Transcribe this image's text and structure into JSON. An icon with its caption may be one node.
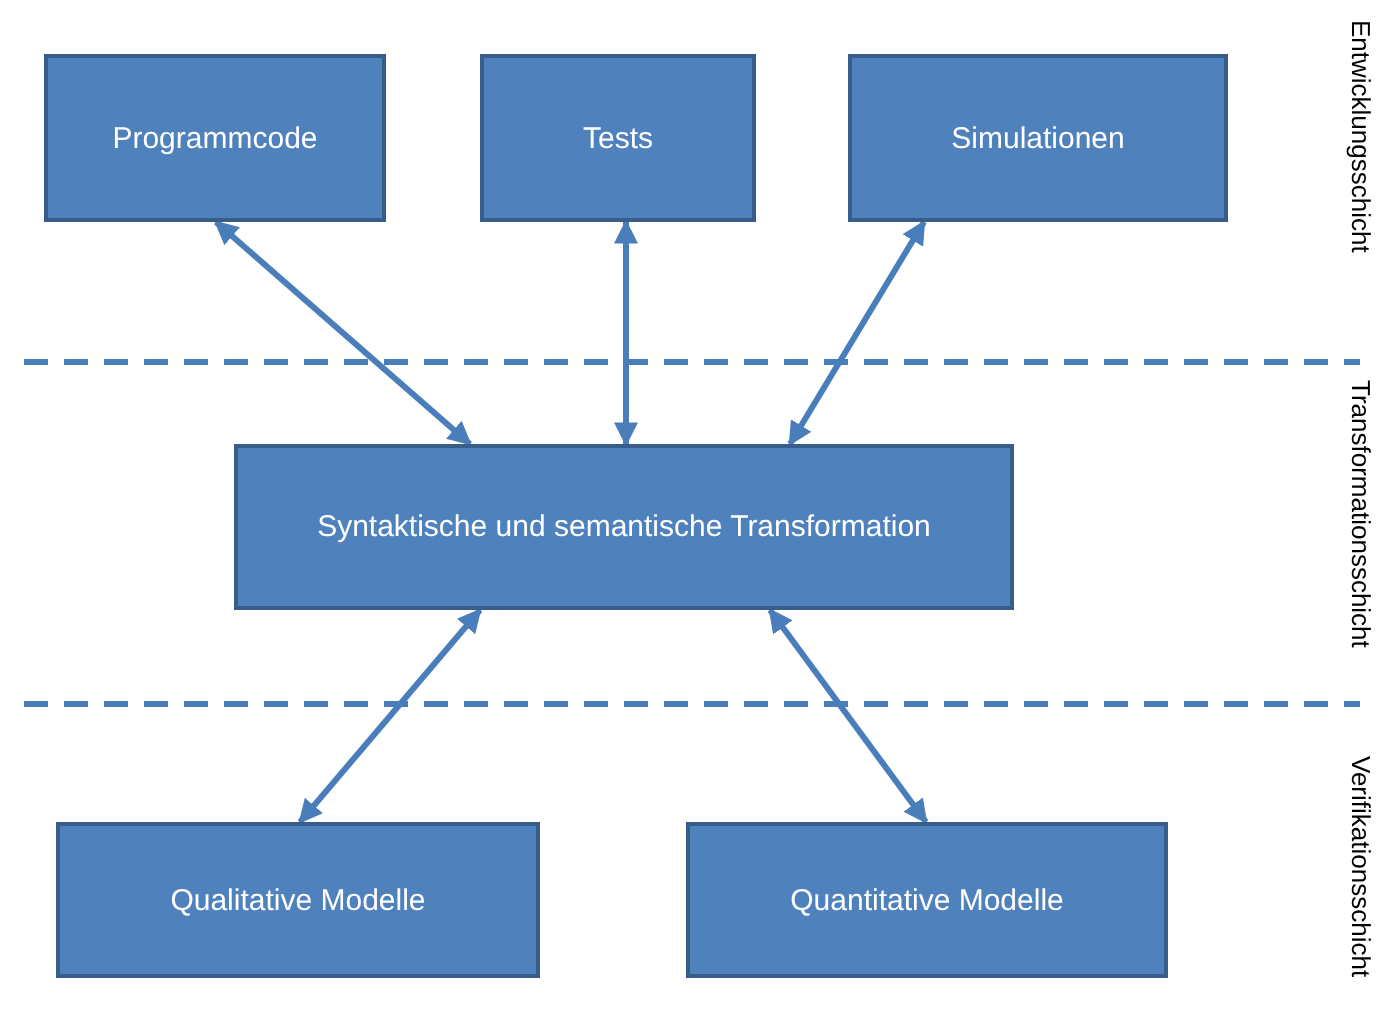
{
  "diagram": {
    "nodes": [
      {
        "text": [
          "Programmcode"
        ]
      },
      {
        "text": [
          "Tests"
        ]
      },
      {
        "text": [
          "Simulationen"
        ]
      },
      {
        "text": [
          "Syntaktische und semantische Transformation"
        ]
      },
      {
        "text": [
          "Qualitative Modelle"
        ]
      },
      {
        "text": [
          "Quantitative Modelle"
        ]
      }
    ],
    "edges": [
      {
        "from": 0,
        "to": 3,
        "arrow": "both"
      },
      {
        "from": 1,
        "to": 3,
        "arrow": "both"
      },
      {
        "from": 2,
        "to": 3,
        "arrow": "both"
      },
      {
        "from": 3,
        "to": 4,
        "arrow": "both"
      },
      {
        "from": 3,
        "to": 5,
        "arrow": "both"
      }
    ],
    "labels": [
      "Entwicklungsschicht",
      "Transformationsschicht",
      "Verifikationsschicht"
    ]
  }
}
